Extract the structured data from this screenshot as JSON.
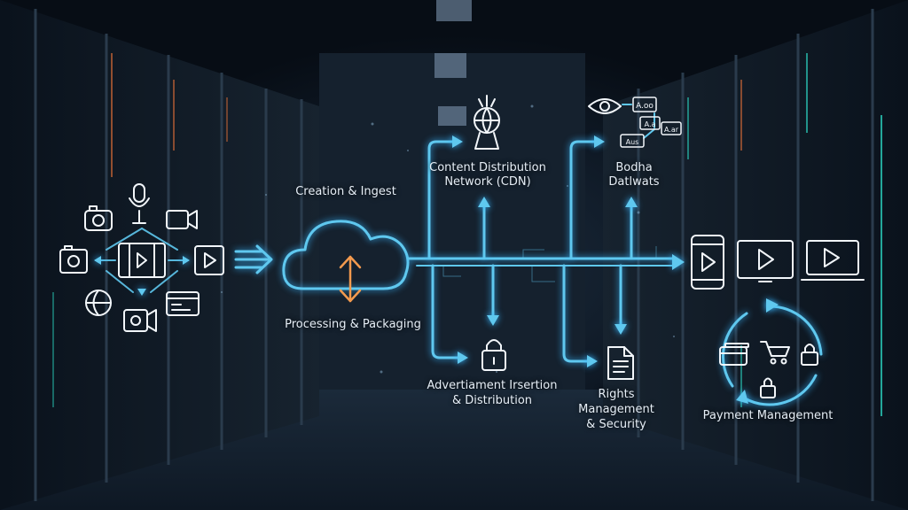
{
  "colors": {
    "background": "#0b1420",
    "flow": "#5fc8ef",
    "accent_orange": "#f39a4e",
    "icon_stroke": "#f2f6fa",
    "rack_teal": "#2ee6d0"
  },
  "labels": {
    "creation": "Creation & Ingest",
    "processing": "Processing & Packaging",
    "cdn_line1": "Content Distribution",
    "cdn_line2": "Network (CDN)",
    "analytics_line1": "Bodha",
    "analytics_line2": "Datlwats",
    "ad_line1": "Advertiament Irsertion",
    "ad_line2": "& Distribution",
    "rights_line1": "Rights",
    "rights_line2": "Management",
    "rights_line3": "& Security",
    "payment": "Payment Management"
  },
  "analytics_tags": [
    "A.oo",
    "A.a",
    "Aus",
    "A.ar"
  ],
  "icons": {
    "ingest": [
      "camera-icon",
      "microphone-icon",
      "video-camera-icon",
      "photo-icon",
      "film-strip-icon",
      "play-icon",
      "globe-icon",
      "video-camera-icon",
      "browser-icon"
    ],
    "cdn": "network-tower-icon",
    "analytics": "eye-icon",
    "ad": "lock-icon",
    "rights": "document-icon",
    "devices": [
      "phone-icon",
      "monitor-icon",
      "laptop-icon"
    ],
    "payment": [
      "credit-card-icon",
      "cart-icon",
      "lock-icon"
    ]
  }
}
